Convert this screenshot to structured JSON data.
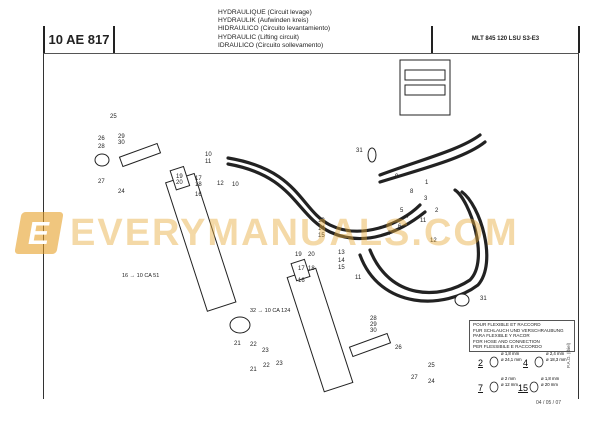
{
  "header": {
    "code": "10 AE 817",
    "titles": [
      "HYDRAULIQUE (Circuit levage)",
      "HYDRAULIK (Aufwinden kreis)",
      "HIDRAULICO (Circuito levantamiento)",
      "HYDRAULIC (Lifting circuit)",
      "IDRAULICO (Circuito sollevamento)"
    ],
    "model": "MLT 845 120 LSU S3-E3"
  },
  "callouts": [
    "26",
    "28",
    "29",
    "30",
    "27",
    "24",
    "25",
    "10",
    "11",
    "10",
    "19",
    "20",
    "17",
    "18",
    "16",
    "12",
    "31",
    "9",
    "1",
    "8",
    "3",
    "5",
    "4",
    "13",
    "14",
    "15",
    "13",
    "14",
    "15",
    "7",
    "6",
    "2",
    "12",
    "11",
    "19",
    "20",
    "17",
    "18",
    "16",
    "26",
    "23",
    "22",
    "21",
    "23",
    "22",
    "21",
    "32",
    "28",
    "29",
    "30",
    "25",
    "27",
    "24",
    "31",
    "11"
  ],
  "references": [
    "16 → 10 CA 51",
    "32 → 10 CA 124"
  ],
  "legend": {
    "lines": [
      "POUR FLEXIBLE ET RACCORD",
      "FUR SCHLAUCH UND VERSCHRAUBUNG",
      "PARA FLEXIBLE Y RACOR",
      "FOR HOSE AND CONNECTION",
      "PER FLESSIBILE E RACCORDO"
    ],
    "items": [
      {
        "num": "2",
        "a": "ø 1,8 mm",
        "b": "ø 24,1 mm"
      },
      {
        "num": "4",
        "a": "ø 2,4 mm",
        "b": "ø 18,3 mm"
      },
      {
        "num": "7",
        "a": "ø 2 mm",
        "b": "ø 12 mm"
      },
      {
        "num": "15",
        "a": "ø 1,8 mm",
        "b": "ø 20 mm"
      }
    ]
  },
  "footer": {
    "date": "04 / 05 / 07",
    "side": "P.A.O. (Ibiel)"
  },
  "watermark": {
    "text": "EVERYMANUALS.COM",
    "logo": "E"
  },
  "colors": {
    "line": "#222222",
    "watermark": "#e6aa3c"
  }
}
